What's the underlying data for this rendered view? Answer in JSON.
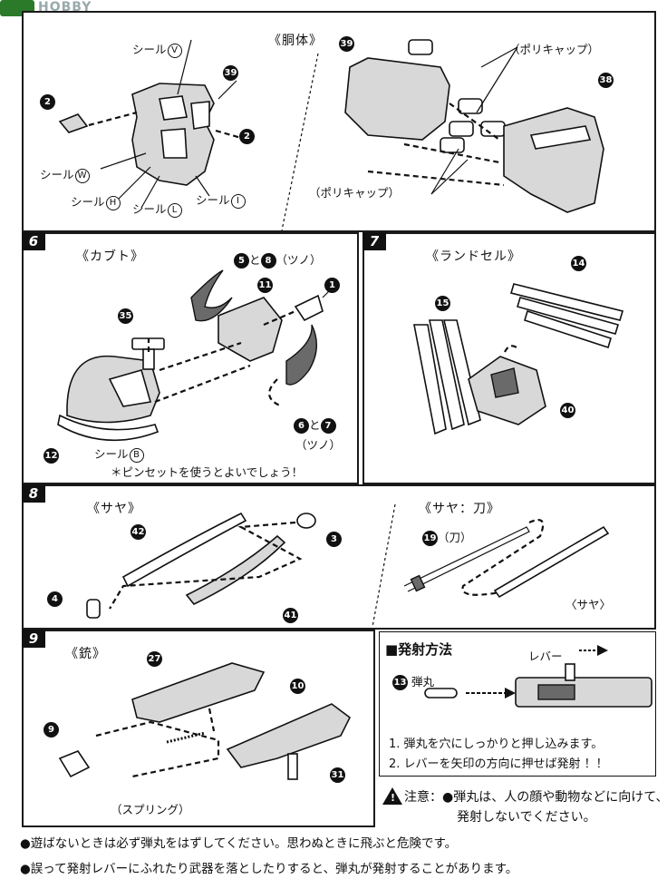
{
  "watermark": "HOBBY SEARCH",
  "panel_body": {
    "title": "《胴体》",
    "labels": {
      "seal_v": "シール",
      "seal_v_letter": "V",
      "seal_w": "シール",
      "seal_w_letter": "W",
      "seal_h": "シール",
      "seal_h_letter": "H",
      "seal_l": "シール",
      "seal_l_letter": "L",
      "seal_i": "シール",
      "seal_i_letter": "I",
      "part_2a": "2",
      "part_2b": "2",
      "part_39a": "39",
      "part_39b": "39",
      "part_38": "38",
      "polycap_top": "（ポリキャップ）",
      "polycap_bottom": "（ポリキャップ）"
    }
  },
  "panel_6": {
    "step": "6",
    "title": "《カブト》",
    "horn_top": "と",
    "horn_top_a": "5",
    "horn_top_b": "8",
    "horn_top_note": "（ツノ）",
    "horn_bottom": "と",
    "horn_bottom_a": "6",
    "horn_bottom_b": "7",
    "horn_bottom_note": "（ツノ）",
    "part_11": "11",
    "part_1": "1",
    "part_35": "35",
    "part_12": "12",
    "seal_b": "シール",
    "seal_b_letter": "B",
    "tip": "＊ピンセットを使うとよいでしょう！"
  },
  "panel_7": {
    "step": "7",
    "title": "《ランドセル》",
    "part_14": "14",
    "part_15": "15",
    "part_40": "40"
  },
  "panel_8": {
    "step": "8",
    "title_left": "《サヤ》",
    "title_right": "《サヤ：刀》",
    "part_42": "42",
    "part_41": "41",
    "part_3": "3",
    "part_4": "4",
    "part_19": "19",
    "katana_note": "（刀）",
    "saya_note": "〈サヤ〉"
  },
  "panel_9": {
    "step": "9",
    "title": "《銃》",
    "part_27": "27",
    "part_10": "10",
    "part_9": "9",
    "part_31": "31",
    "spring": "（スプリング）"
  },
  "firing": {
    "heading": "■発射方法",
    "lever": "レバー",
    "bullet_num": "13",
    "bullet": "弾丸",
    "step1": "1. 弾丸を穴にしっかりと押し込みます。",
    "step2": "2. レバーを矢印の方向に押せば発射 ！！"
  },
  "caution": {
    "label": "注意：",
    "line1": "●弾丸は、人の顔や動物などに向けて、",
    "line2": "発射しないでください。"
  },
  "notes": {
    "line1": "●遊ばないときは必ず弾丸をはずしてください。思わぬときに飛ぶと危険です。",
    "line2": "●誤って発射レバーにふれたり武器を落としたりすると、弾丸が発射することがあります。"
  }
}
